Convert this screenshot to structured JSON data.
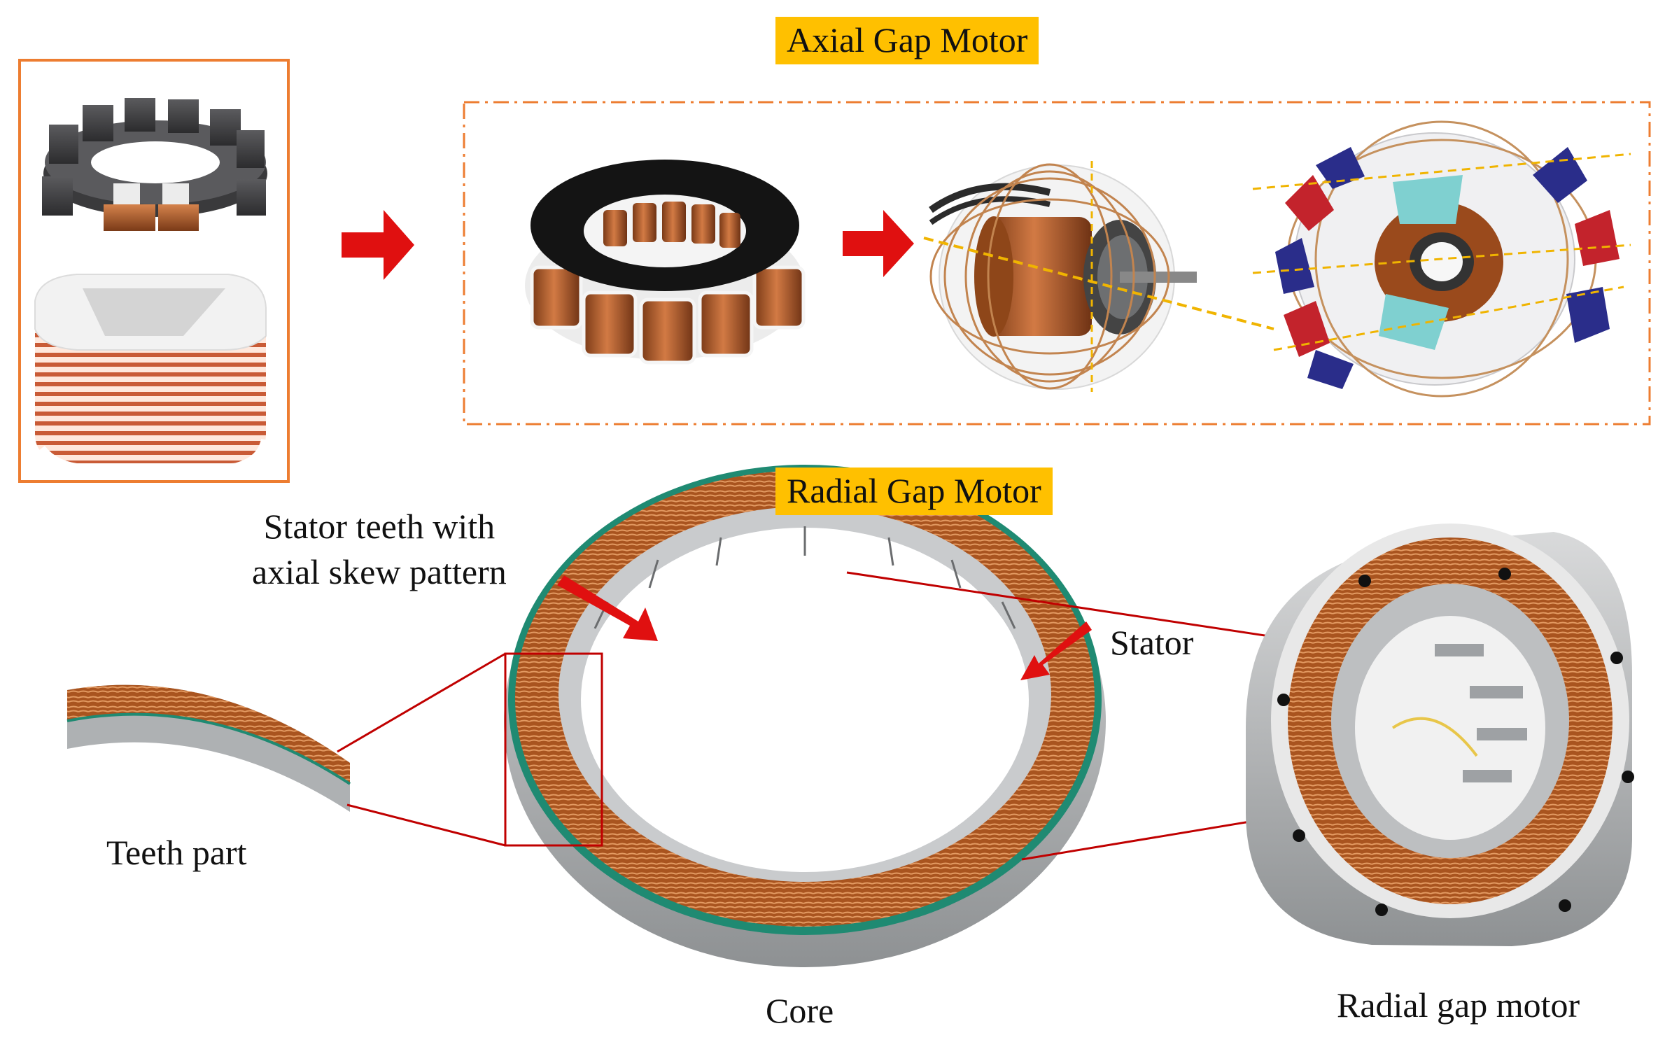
{
  "titles": {
    "axial": "Axial Gap Motor",
    "radial": "Radial Gap Motor"
  },
  "labels": {
    "stator_teeth_line1": "Stator  teeth with",
    "stator_teeth_line2": "axial skew pattern",
    "stator": "Stator",
    "teeth_part": "Teeth part",
    "core": "Core",
    "radial_gap_motor": "Radial gap motor"
  },
  "colors": {
    "title_bg": "#ffc000",
    "frame_orange": "#ed7d31",
    "arrow_red": "#e01010",
    "callout_red": "#c00000",
    "copper": "#b8602e",
    "copper_dark": "#7a3a17",
    "steel": "#b9bbbd",
    "insulation_green": "#1f8a72"
  },
  "icons": [
    "arrow-right-icon",
    "arrow-right-icon"
  ]
}
